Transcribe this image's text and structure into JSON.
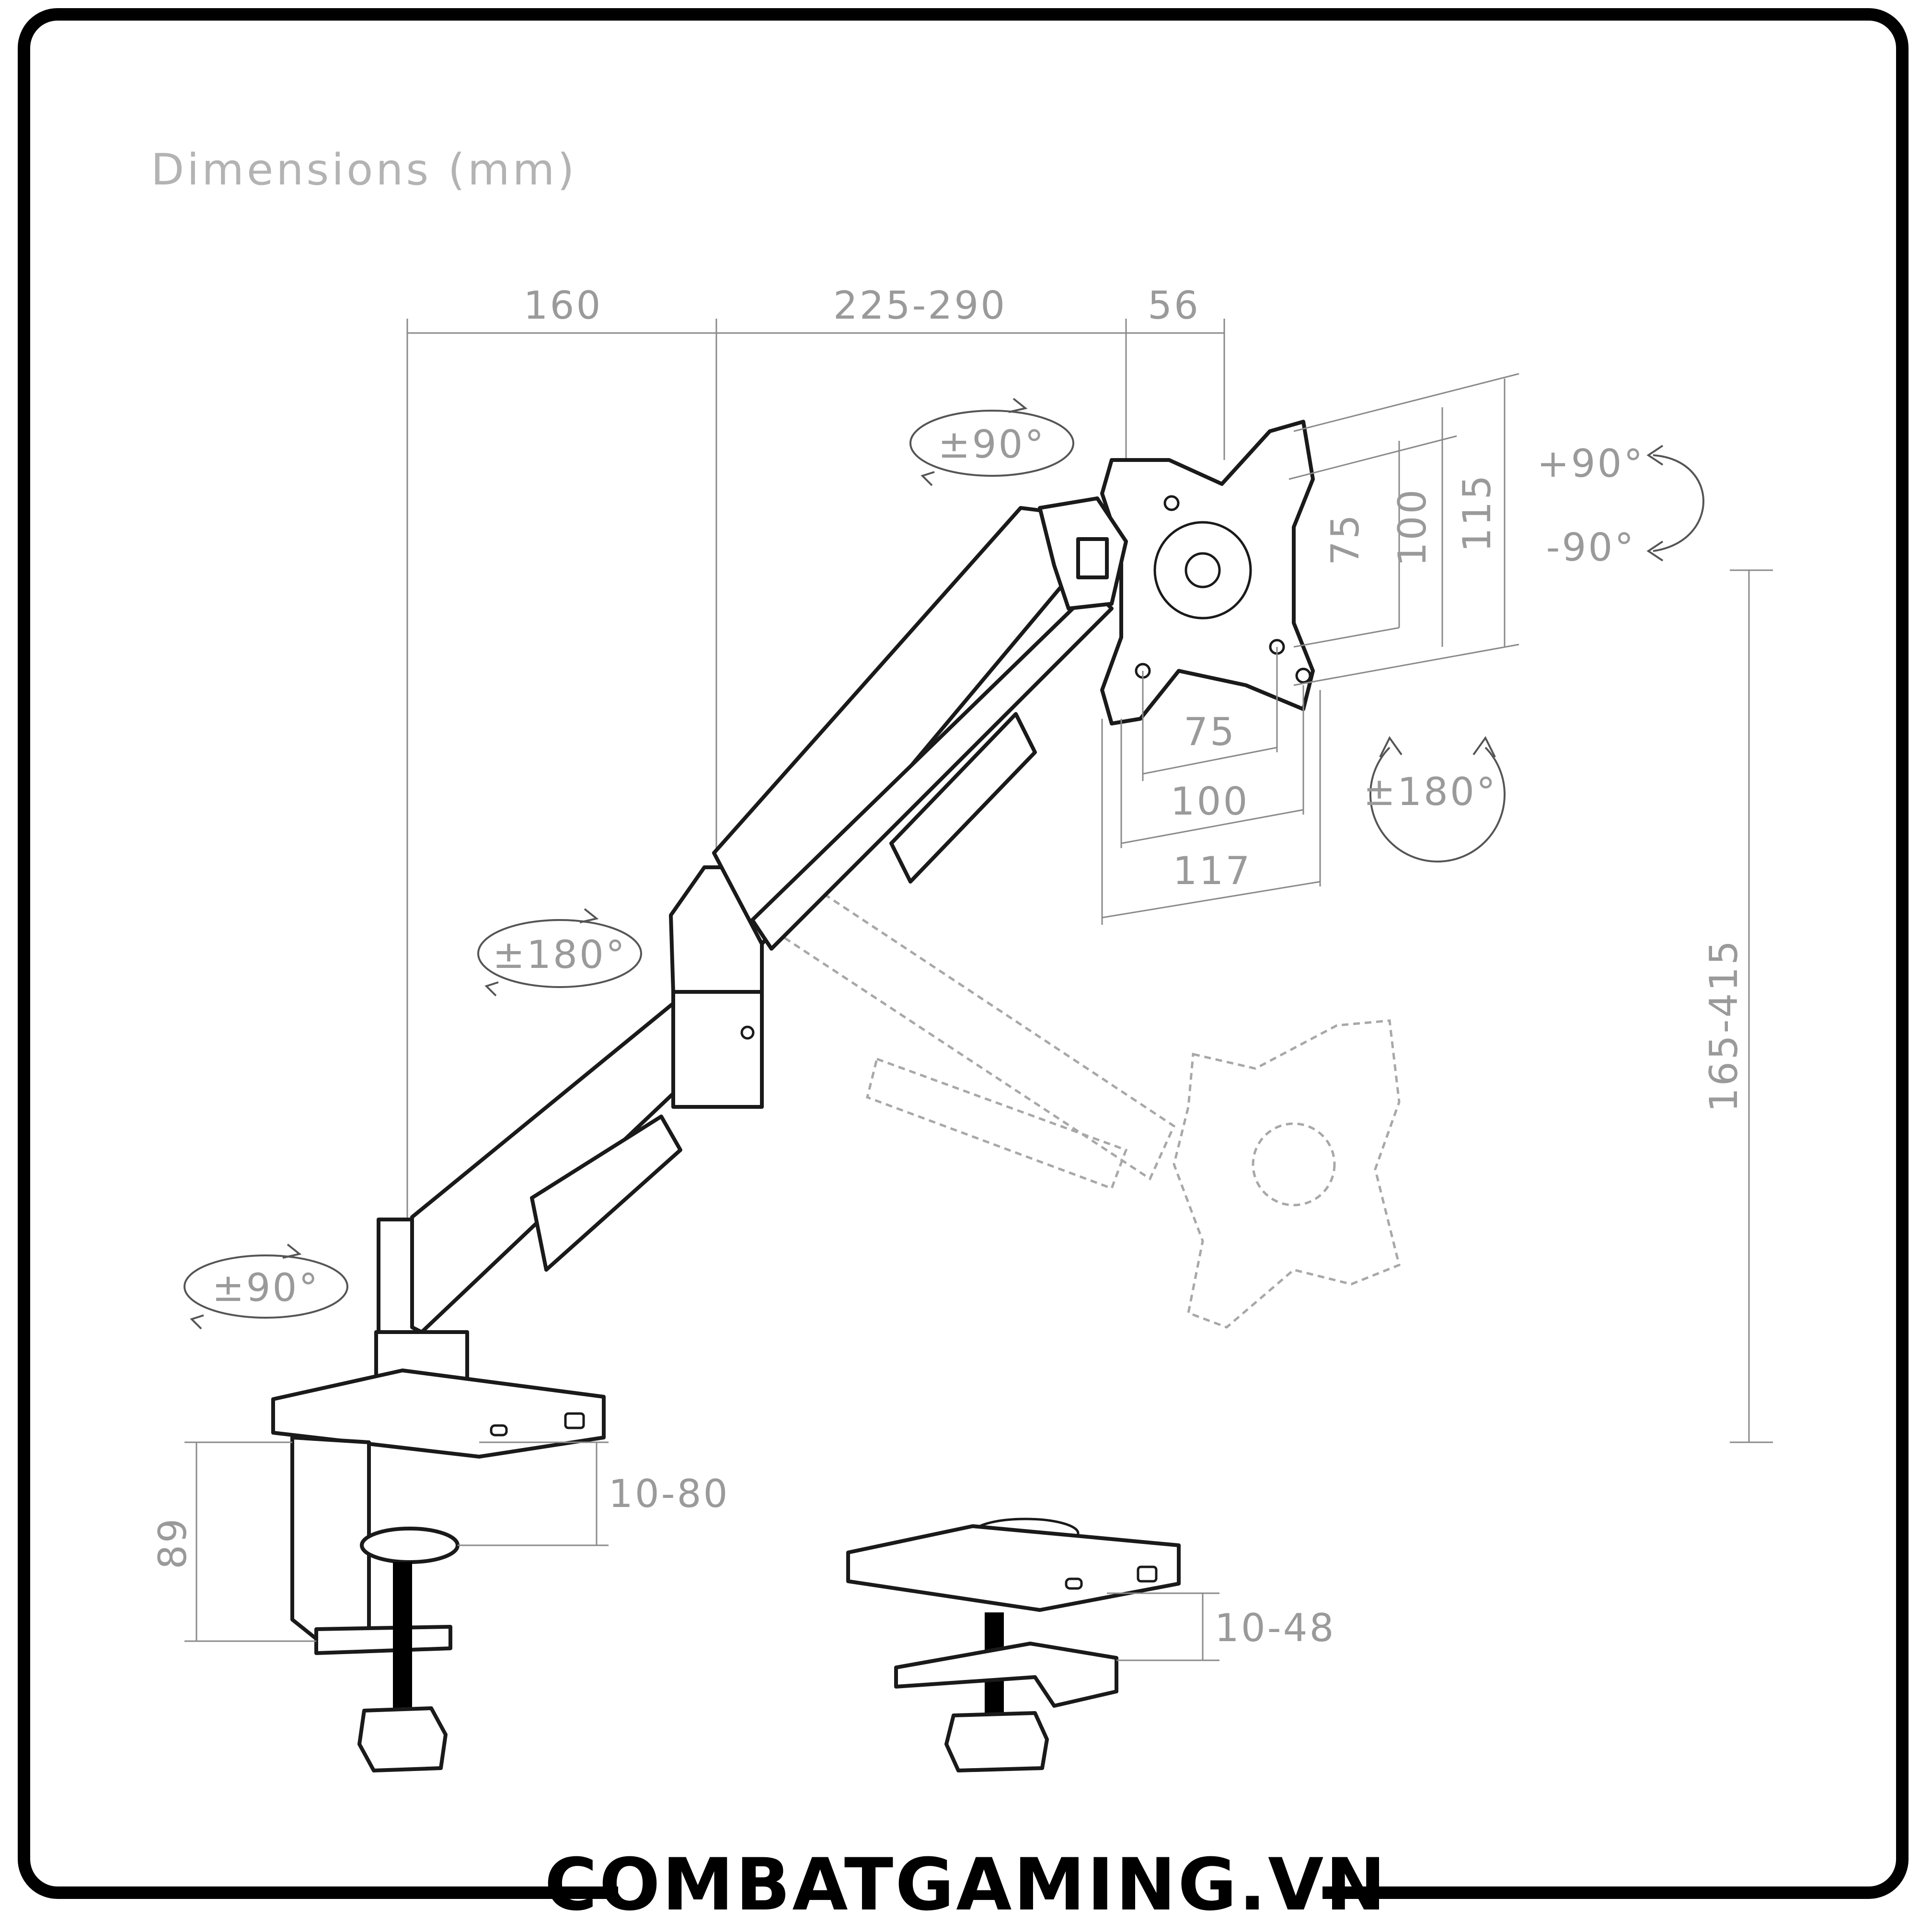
{
  "title": "Dimensions (mm)",
  "brand": "COMBATGAMING.VN",
  "dimensions": {
    "top_segment_1": "160",
    "top_segment_2": "225-290",
    "top_segment_3": "56",
    "vesa_v_75": "75",
    "vesa_v_100": "100",
    "vesa_v_115": "115",
    "vesa_h_75": "75",
    "vesa_h_100": "100",
    "vesa_h_117": "117",
    "height_range": "165-415",
    "clamp_height": "89",
    "clamp_range": "10-80",
    "grommet_range": "10-48"
  },
  "rotations": {
    "head_rotation": "±90°",
    "tilt_up": "+90°",
    "tilt_down": "-90°",
    "swivel": "±180°",
    "elbow": "±180°",
    "base": "±90°"
  },
  "colors": {
    "frame": "#000000",
    "line": "#1a1a1a",
    "dimension": "#9a9a9a"
  }
}
